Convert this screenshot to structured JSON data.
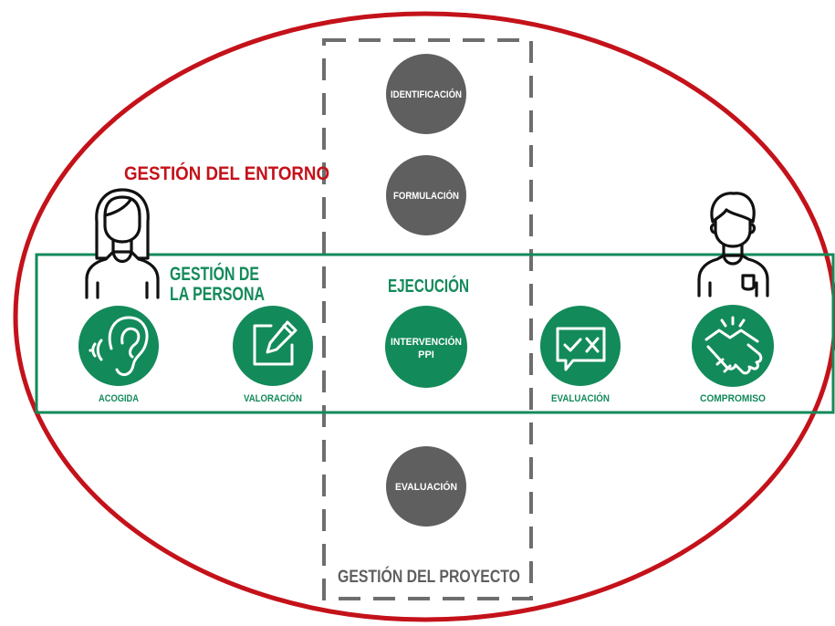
{
  "outer_title": "GESTIÓN DEL ENTORNO",
  "person_block": {
    "line1": "GESTIÓN DE",
    "line2": "LA PERSONA"
  },
  "execution_title": "EJECUCIÓN",
  "project_block_title": "GESTIÓN DEL PROYECTO",
  "project_steps": [
    {
      "label": "IDENTIFICACIÓN"
    },
    {
      "label": "FORMULACIÓN"
    },
    {
      "label_line1": "INTERVENCIÓN",
      "label_line2": "PPI"
    },
    {
      "label": "EVALUACIÓN"
    }
  ],
  "person_steps": [
    {
      "label": "ACOGIDA",
      "icon": "ear-icon"
    },
    {
      "label": "VALORACIÓN",
      "icon": "edit-icon"
    },
    {
      "label": "EVALUACIÓN",
      "icon": "check-cross-chat-icon"
    },
    {
      "label": "COMPROMISO",
      "icon": "handshake-icon"
    }
  ],
  "figures": [
    {
      "icon": "woman-icon"
    },
    {
      "icon": "man-icon"
    }
  ],
  "colors": {
    "red": "#c4121a",
    "green": "#138a5a",
    "grey": "#5f5f5f",
    "dash": "#6e6e6e",
    "white": "#ffffff"
  }
}
